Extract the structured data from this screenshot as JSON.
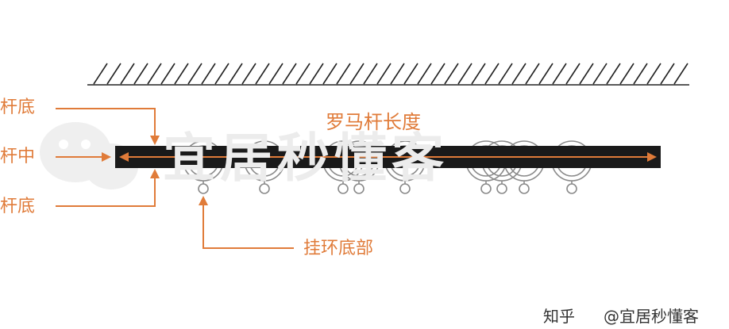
{
  "colors": {
    "accent": "#e07b39",
    "rod": "#1a1a1a",
    "ring": "#888888",
    "ceiling": "#222222",
    "watermark": "#ececec"
  },
  "labels": {
    "rod_bottom_top": "杆底",
    "rod_middle": "杆中",
    "rod_bottom_lower": "杆底",
    "rod_length": "罗马杆长度",
    "ring_bottom": "挂环底部"
  },
  "watermark": {
    "text": "宜居秒懂客"
  },
  "footer": {
    "platform": "知乎",
    "author": "@宜居秒懂客"
  },
  "icons": {
    "watermark_logo": "wechat-bubble-icon"
  }
}
